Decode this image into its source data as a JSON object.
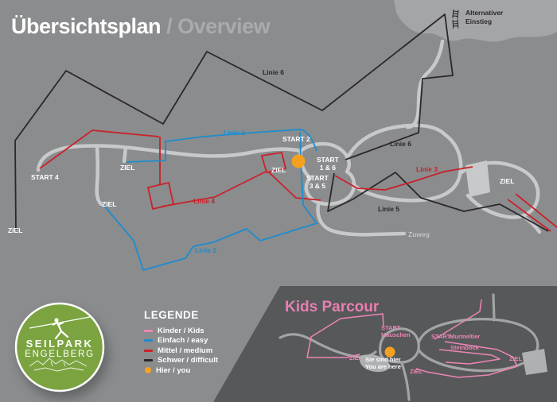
{
  "header": {
    "title_de": "Übersichtsplan",
    "sep": "/",
    "title_en": "Overview"
  },
  "alt_entry": "Alternativer\nEinstieg",
  "map": {
    "linie6_top": "Linie 6",
    "linie1": "Linie 1",
    "start2": "START 2",
    "linie6_right": "Linie 6",
    "linie3": "Linie 3",
    "ziel_right": "ZIEL",
    "start_1_6": "START\n1 & 6",
    "start_3_5": "START\n3 & 5",
    "ziel_center": "ZIEL",
    "ziel_left_upper": "ZIEL",
    "start4": "START 4",
    "ziel_left_lower": "ZIEL",
    "linie4": "Linie 4",
    "ziel_bottom_left": "ZIEL",
    "linie5": "Linie 5",
    "zuweg": "Zuweg",
    "linie2": "Linie 2"
  },
  "legend": {
    "title": "LEGENDE",
    "items": [
      {
        "label": "Kinder / Kids",
        "color": "#ee85b6",
        "swatch": "dash"
      },
      {
        "label": "Einfach / easy",
        "color": "#1e8ccd",
        "swatch": "dash"
      },
      {
        "label": "Mittel / medium",
        "color": "#c9222a",
        "swatch": "dash"
      },
      {
        "label": "Schwer / difficult",
        "color": "#2b2829",
        "swatch": "dash"
      },
      {
        "label": "Hier / you",
        "color": "#f5a120",
        "swatch": "dot"
      }
    ]
  },
  "logo": {
    "line1": "SEILPARK",
    "line2": "ENGELBERG"
  },
  "kids": {
    "title": "Kids Parcour",
    "start_mauschen": "START\nMäuschen",
    "ziel_left": "ZIEL",
    "you_are_here": "Sie sind hier\nYou are here",
    "start_right": "START",
    "murmeltier": "Murmeltier",
    "steinbock": "Steinbock",
    "ziel_bottom": "ZIEL",
    "ziel_right": "ZIEL"
  },
  "colors": {
    "background": "#8a8c8e",
    "inset_background": "#57585a",
    "walkway": "#c7c9ca",
    "cloud": "#a3a5a7",
    "easy_blue": "#1e8ccd",
    "medium_red": "#c9222a",
    "difficult_black": "#2b2829",
    "kids_pink": "#ee85b6",
    "here_orange": "#f5a120",
    "logo_green": "#7ba441",
    "title_gray": "#a9abad"
  }
}
